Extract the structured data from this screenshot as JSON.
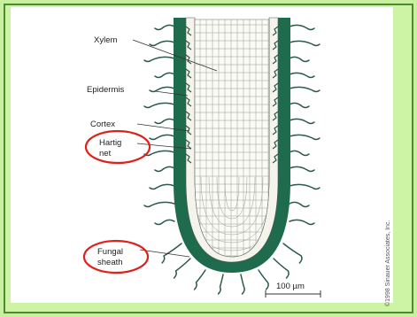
{
  "labels": {
    "xylem": "Xylem",
    "epidermis": "Epidermis",
    "cortex": "Cortex",
    "hartig_line1": "Hartig",
    "hartig_line2": "net",
    "fungal_line1": "Fungal",
    "fungal_line2": "sheath"
  },
  "scale_bar": "100 µm",
  "credit": "©1998 Sinauer Associates, Inc.",
  "colors": {
    "background": "#ccf4a4",
    "border": "#4c8c2c",
    "sheath": "#1f6b4e",
    "hyphae": "#2c5a44",
    "highlight_circle": "#e0201a"
  }
}
